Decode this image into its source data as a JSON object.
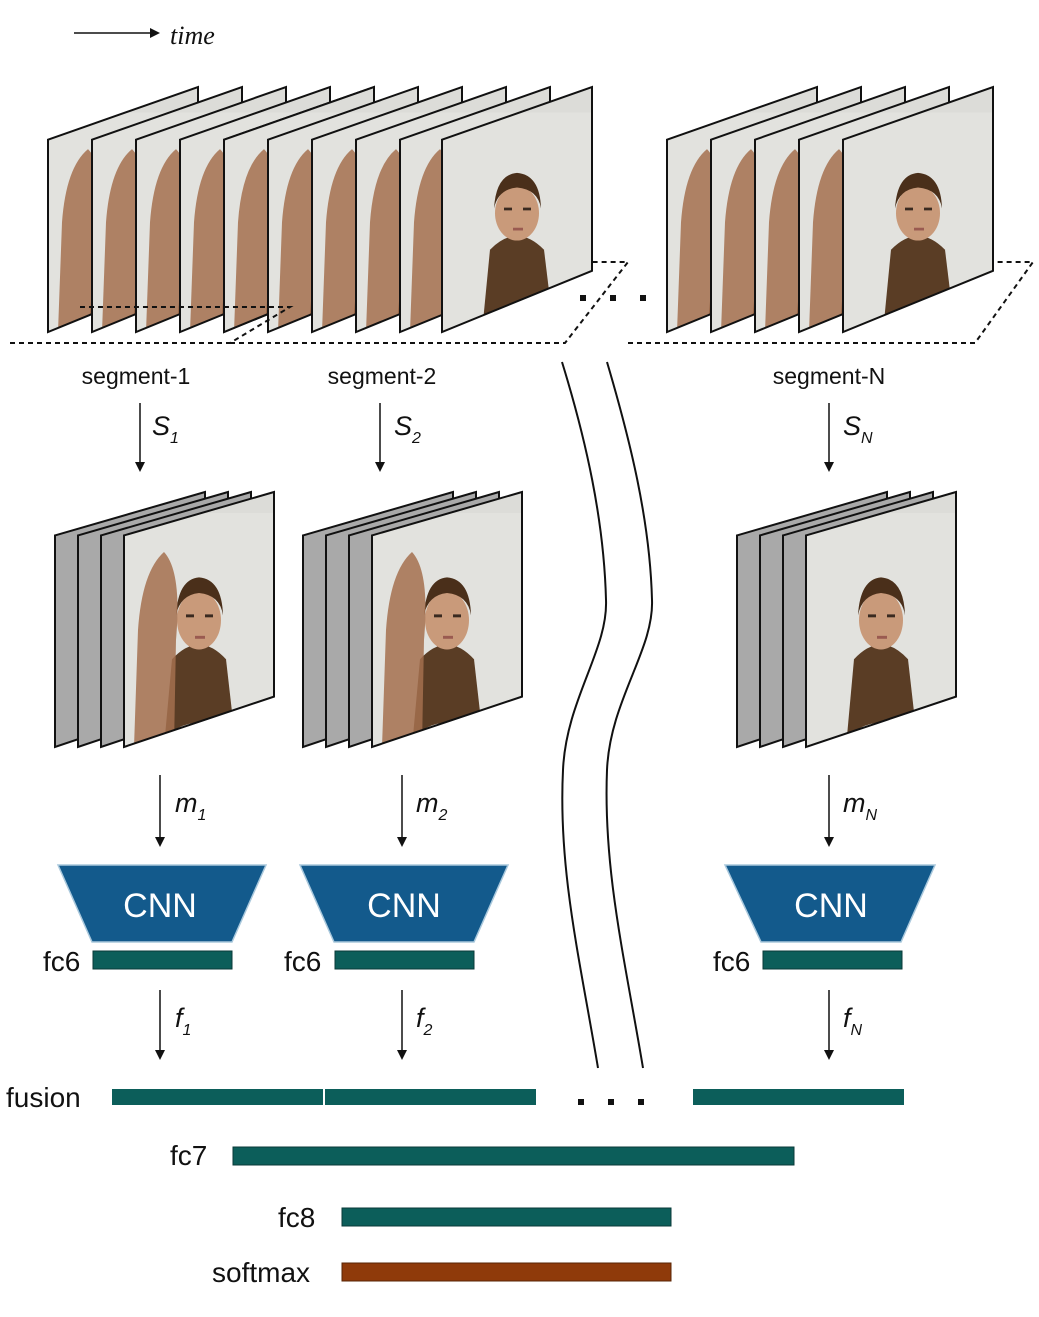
{
  "time_label": "time",
  "segments": [
    {
      "label": "segment-1",
      "sample_var": "S",
      "sample_sub": "1",
      "motion_var": "m",
      "motion_sub": "1",
      "feat_var": "f",
      "feat_sub": "1",
      "cnn_label": "CNN",
      "fc6_label": "fc6"
    },
    {
      "label": "segment-2",
      "sample_var": "S",
      "sample_sub": "2",
      "motion_var": "m",
      "motion_sub": "2",
      "feat_var": "f",
      "feat_sub": "2",
      "cnn_label": "CNN",
      "fc6_label": "fc6"
    },
    {
      "label": "segment-N",
      "sample_var": "S",
      "sample_sub": "N",
      "motion_var": "m",
      "motion_sub": "N",
      "feat_var": "f",
      "feat_sub": "N",
      "cnn_label": "CNN",
      "fc6_label": "fc6"
    }
  ],
  "layers": {
    "fusion": "fusion",
    "fc7": "fc7",
    "fc8": "fc8",
    "softmax": "softmax"
  },
  "colors": {
    "cnn_fill": "#135a8c",
    "fc_bar": "#0c5e5a",
    "softmax_bar": "#8f3a0a",
    "frame_gray": "#a9a9a9",
    "frame_bg": "#d6d6d2"
  }
}
